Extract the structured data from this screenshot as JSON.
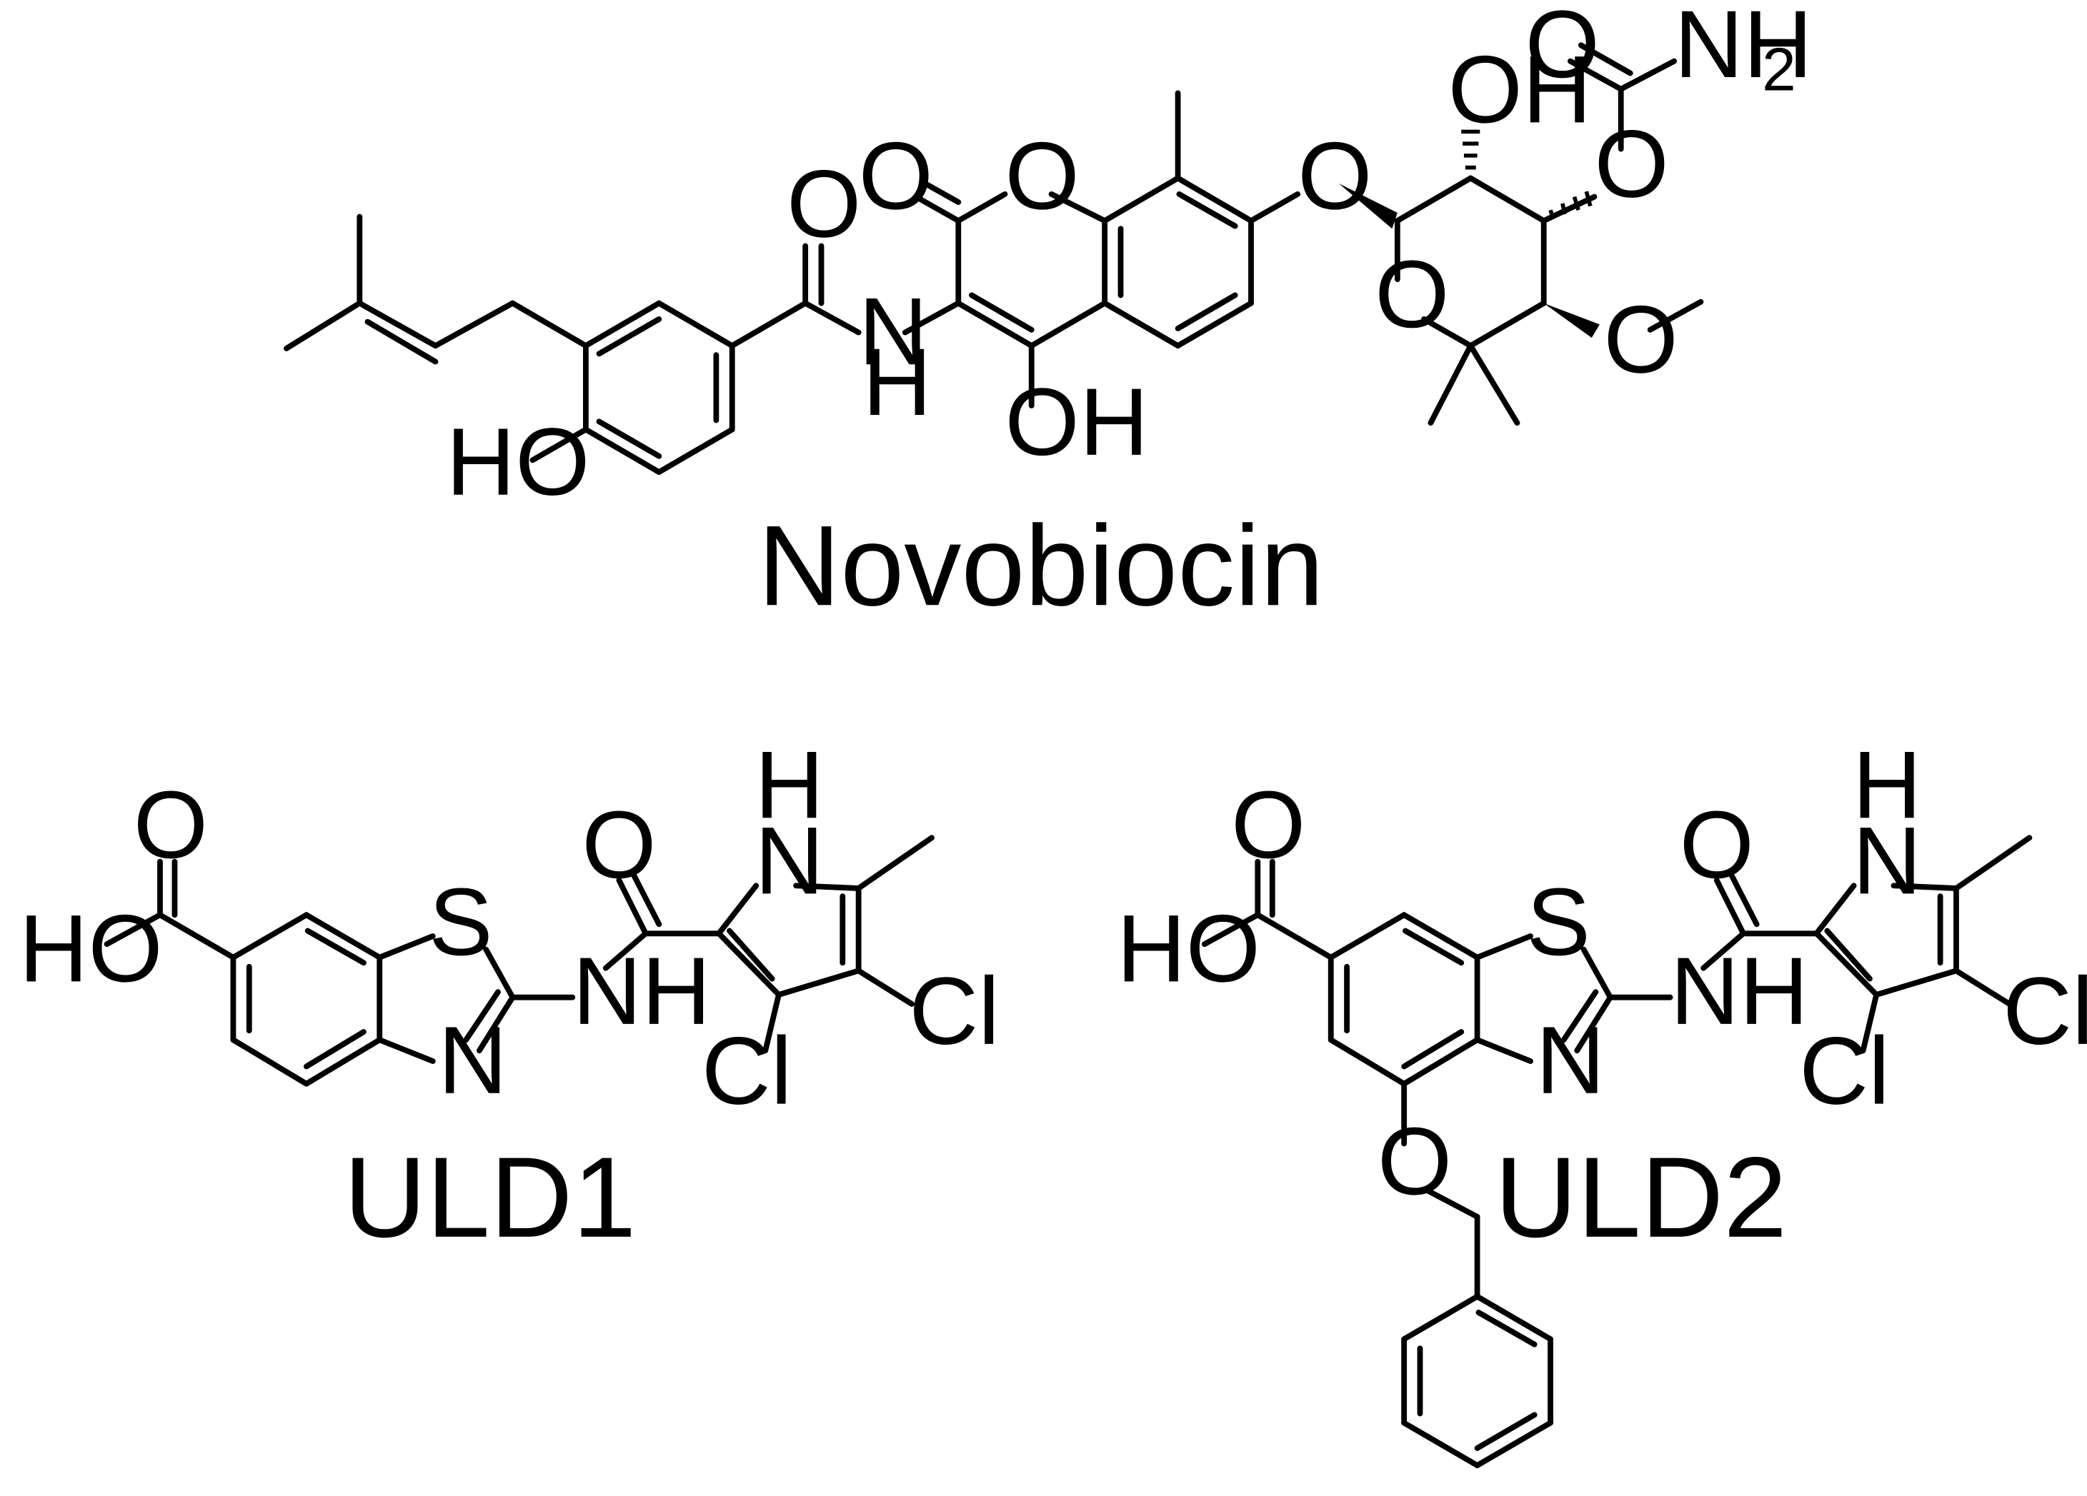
{
  "molecules": [
    {
      "id": "novobiocin",
      "name": "Novobiocin"
    },
    {
      "id": "uld1",
      "name": "ULD1"
    },
    {
      "id": "uld2",
      "name": "ULD2"
    }
  ],
  "atoms": {
    "O": "O",
    "OH": "OH",
    "HO": "HO",
    "N": "N",
    "H": "H",
    "NH": "NH",
    "NH2_main": "NH",
    "NH2_sub": "2",
    "S": "S",
    "Cl": "Cl"
  }
}
